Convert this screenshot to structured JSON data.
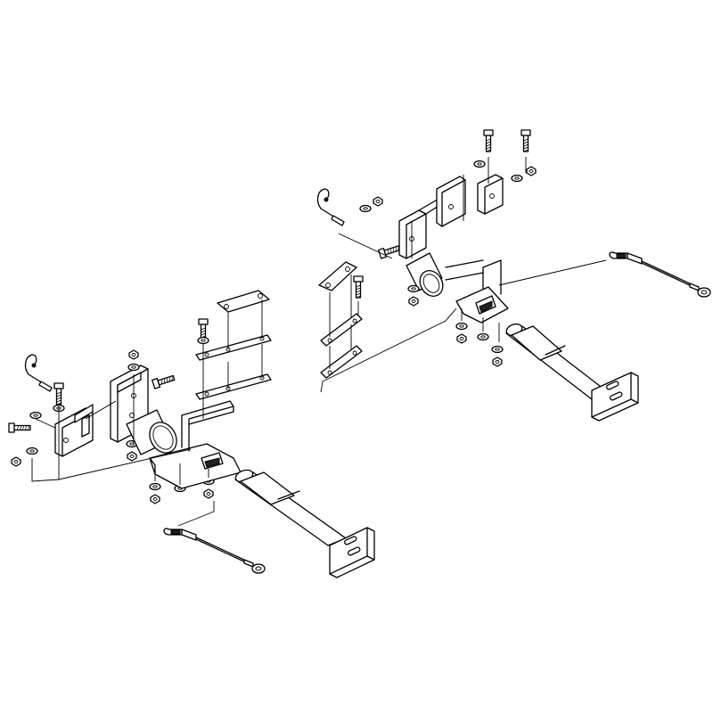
{
  "drawing": {
    "kind": "exploded-assembly-line-drawing",
    "background": "#ffffff",
    "line_color": "#000000",
    "assemblies": [
      {
        "id": "left",
        "parts": [
          "hitch-pin",
          "mounting-bracket-left",
          "mounting-bracket-right",
          "bolt",
          "nut",
          "washer",
          "receiver-tube",
          "frame-bar",
          "crossbar-tube",
          "end-plate",
          "strap-plate",
          "safety-cable"
        ]
      },
      {
        "id": "right",
        "parts": [
          "hitch-pin",
          "mounting-bracket-left",
          "mounting-bracket-right",
          "bolt",
          "nut",
          "washer",
          "receiver-tube",
          "frame-bar",
          "crossbar-tube",
          "end-plate",
          "strap-plate",
          "safety-cable"
        ]
      }
    ]
  }
}
